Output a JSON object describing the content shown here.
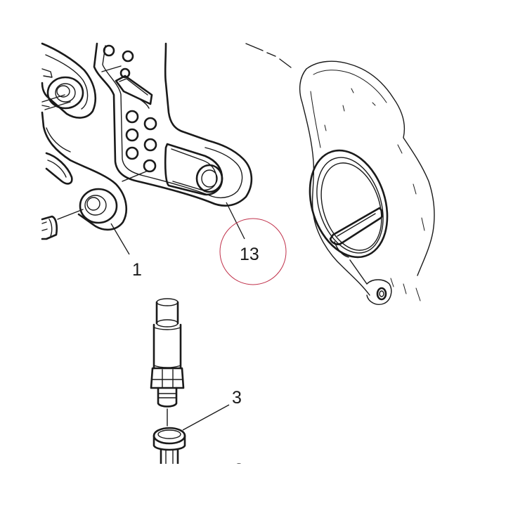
{
  "callouts": {
    "part_1": "1",
    "part_3": "3",
    "part_13": "13",
    "part_partial": "3"
  },
  "highlight_color": "#c0304a",
  "line_color": "#1a1a1a"
}
